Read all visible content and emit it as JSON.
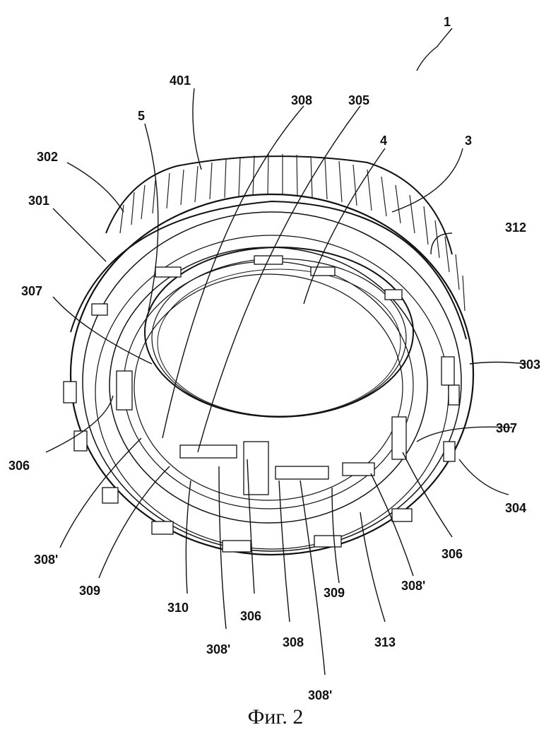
{
  "caption": "Фиг. 2",
  "labels": {
    "l1": "1",
    "l401": "401",
    "l308a": "308",
    "l305": "305",
    "l5": "5",
    "l4": "4",
    "l3": "3",
    "l302": "302",
    "l301": "301",
    "l312": "312",
    "l307a": "307",
    "l303": "303",
    "l307b": "307",
    "l306a": "306",
    "l304": "304",
    "l306b": "306",
    "l308pa": "308'",
    "l309a": "309",
    "l310": "310",
    "l306c": "306",
    "l309b": "309",
    "l308pb": "308'",
    "l313": "313",
    "l308b": "308",
    "l308pc": "308'",
    "l308pd": "308'"
  }
}
